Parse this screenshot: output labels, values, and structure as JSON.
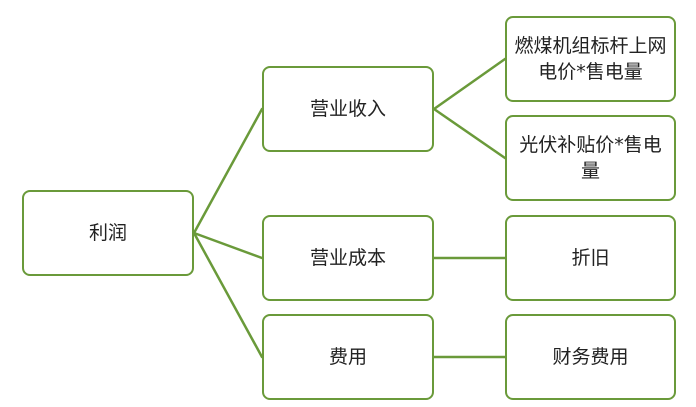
{
  "diagram": {
    "type": "tree",
    "root": {
      "label": "利润"
    },
    "level1": [
      {
        "label": "营业收入"
      },
      {
        "label": "营业成本"
      },
      {
        "label": "费用"
      }
    ],
    "level2": [
      {
        "parent": "营业收入",
        "label": "燃煤机组标杆上网电价*售电量"
      },
      {
        "parent": "营业收入",
        "label": "光伏补贴价*售电量"
      },
      {
        "parent": "营业成本",
        "label": "折旧"
      },
      {
        "parent": "费用",
        "label": "财务费用"
      }
    ]
  },
  "colors": {
    "border": "#6a9a3a",
    "connector": "#6a9a3a",
    "text": "#222222",
    "background": "#ffffff"
  }
}
